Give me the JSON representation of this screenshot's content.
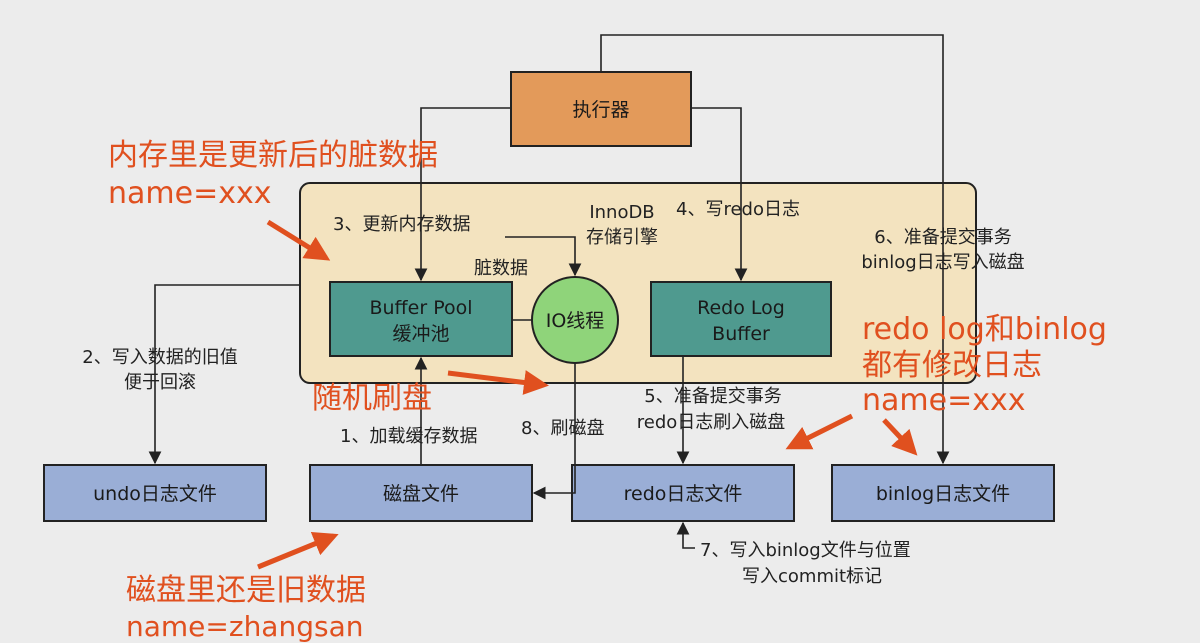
{
  "nodes": {
    "executor": "执行器",
    "innodb_line1": "InnoDB",
    "innodb_line2": "存储引擎",
    "buffer_pool_line1": "Buffer Pool",
    "buffer_pool_line2": "缓冲池",
    "io_thread": "IO线程",
    "redo_buffer_line1": "Redo Log",
    "redo_buffer_line2": "Buffer",
    "undo_file": "undo日志文件",
    "disk_file": "磁盘文件",
    "redo_file": "redo日志文件",
    "binlog_file": "binlog日志文件"
  },
  "steps": {
    "step1": "1、加载缓存数据",
    "step2_line1": "2、写入数据的旧值",
    "step2_line2": "便于回滚",
    "step3": "3、更新内存数据",
    "step4": "4、写redo日志",
    "step5_line1": "5、准备提交事务",
    "step5_line2": "redo日志刷入磁盘",
    "step6_line1": "6、准备提交事务",
    "step6_line2": "binlog日志写入磁盘",
    "step7_line1": "7、写入binlog文件与位置",
    "step7_line2": "写入commit标记",
    "step8": "8、刷磁盘",
    "dirty": "脏数据"
  },
  "annotations": {
    "memory_line1": "内存里是更新后的脏数据",
    "memory_line2": "name=xxx",
    "random_flush": "随机刷盘",
    "disk_line1": "磁盘里还是旧数据",
    "disk_line2": "name=zhangsan",
    "logs_line1": "redo log和binlog",
    "logs_line2": "都有修改日志",
    "logs_line3": "name=xxx"
  },
  "colors": {
    "executor": "#e39a5a",
    "engine_bg": "#f3e3bf",
    "teal": "#4f9a8f",
    "io_green": "#8fd47a",
    "file_blue": "#9aaed6",
    "annotation": "#e0501f"
  }
}
